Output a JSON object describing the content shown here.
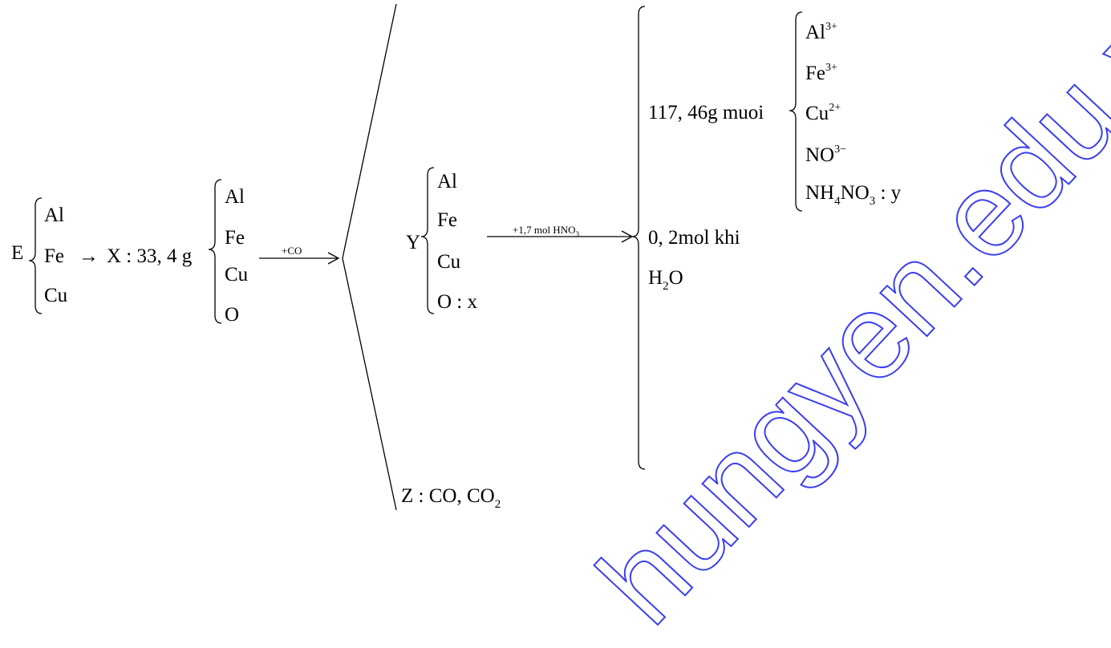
{
  "E": {
    "label": "E",
    "items": [
      "Al",
      "Fe",
      "Cu"
    ]
  },
  "arrow1": "→",
  "X": {
    "label": "X : 33, 4 g",
    "items": [
      "Al",
      "Fe",
      "Cu",
      "O"
    ]
  },
  "reagent1": "+CO",
  "Y": {
    "label": "Y",
    "items": [
      "Al",
      "Fe",
      "Cu",
      "O : x"
    ]
  },
  "Z": {
    "label": "Z : CO, CO",
    "sub": "2"
  },
  "reagent2": {
    "main": "+1,7 mol HNO",
    "sub": "3"
  },
  "products": {
    "salt_label": "117, 46g muoi",
    "gas": "0, 2mol khi",
    "water": {
      "a": "H",
      "sub": "2",
      "b": "O"
    }
  },
  "ions": {
    "al": {
      "base": "Al",
      "charge": "3+"
    },
    "fe": {
      "base": "Fe",
      "charge": "3+"
    },
    "cu": {
      "base": "Cu",
      "charge": "2+"
    },
    "no": {
      "base": "NO",
      "charge": "3−"
    },
    "nh4no3": {
      "a": "NH",
      "sub1": "4",
      "b": "NO",
      "sub2": "3",
      "c": " : y"
    }
  },
  "watermark": "hungyen.edu.vn",
  "colors": {
    "watermark_outline": "#3b3ef0",
    "ink": "#000000"
  }
}
